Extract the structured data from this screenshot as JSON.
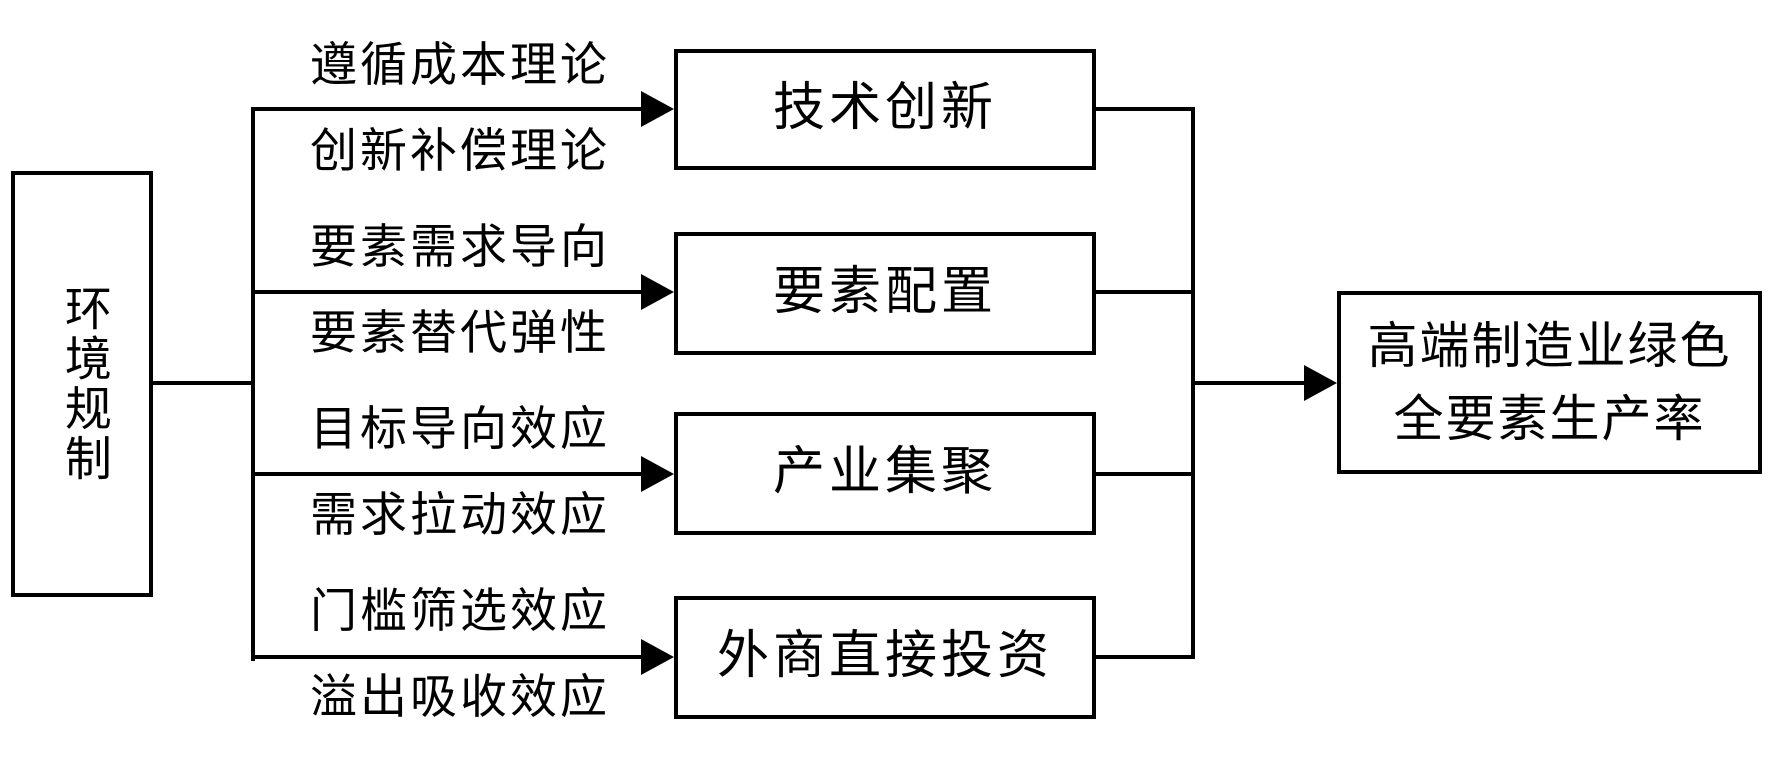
{
  "diagram": {
    "background": "#ffffff",
    "stroke_color": "#000000",
    "source": {
      "label": "环境规制"
    },
    "rows": [
      {
        "mechanism_top": "遵循成本理论",
        "mechanism_bottom": "创新补偿理论",
        "mediator": "技术创新"
      },
      {
        "mechanism_top": "要素需求导向",
        "mechanism_bottom": "要素替代弹性",
        "mediator": "要素配置"
      },
      {
        "mechanism_top": "目标导向效应",
        "mechanism_bottom": "需求拉动效应",
        "mediator": "产业集聚"
      },
      {
        "mechanism_top": "门槛筛选效应",
        "mechanism_bottom": "溢出吸收效应",
        "mediator": "外商直接投资"
      }
    ],
    "outcome": {
      "label": "高端制造业绿色\n全要素生产率"
    }
  }
}
